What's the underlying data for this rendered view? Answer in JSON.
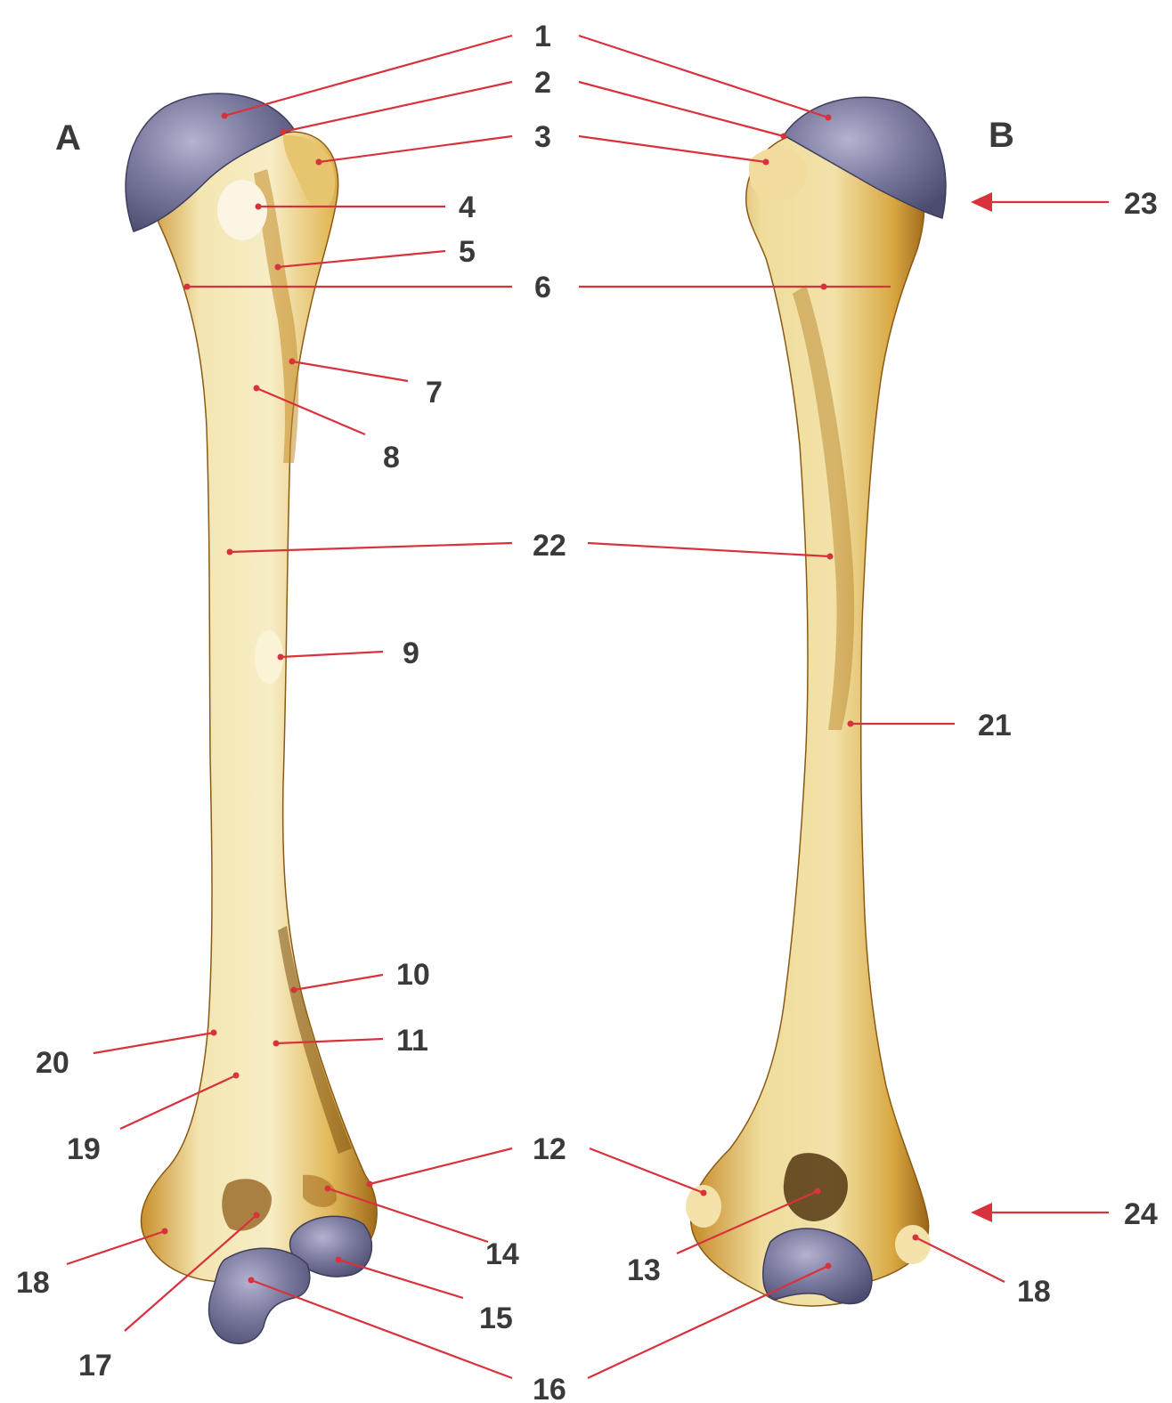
{
  "views": {
    "anterior": "A",
    "posterior": "B"
  },
  "labels": [
    "1",
    "2",
    "3",
    "4",
    "5",
    "6",
    "7",
    "8",
    "9",
    "10",
    "11",
    "12",
    "13",
    "14",
    "15",
    "16",
    "17",
    "18",
    "19",
    "20",
    "21",
    "22",
    "23",
    "24"
  ],
  "colors": {
    "bone_light": "#f3e6b4",
    "bone_mid": "#e3bd5c",
    "bone_dark": "#9c6a1c",
    "cartilage": "#6d6c92",
    "cartilage_light": "#a7a6c4",
    "leader_line": "#d8323c",
    "label_text": "#3a3a3a"
  }
}
